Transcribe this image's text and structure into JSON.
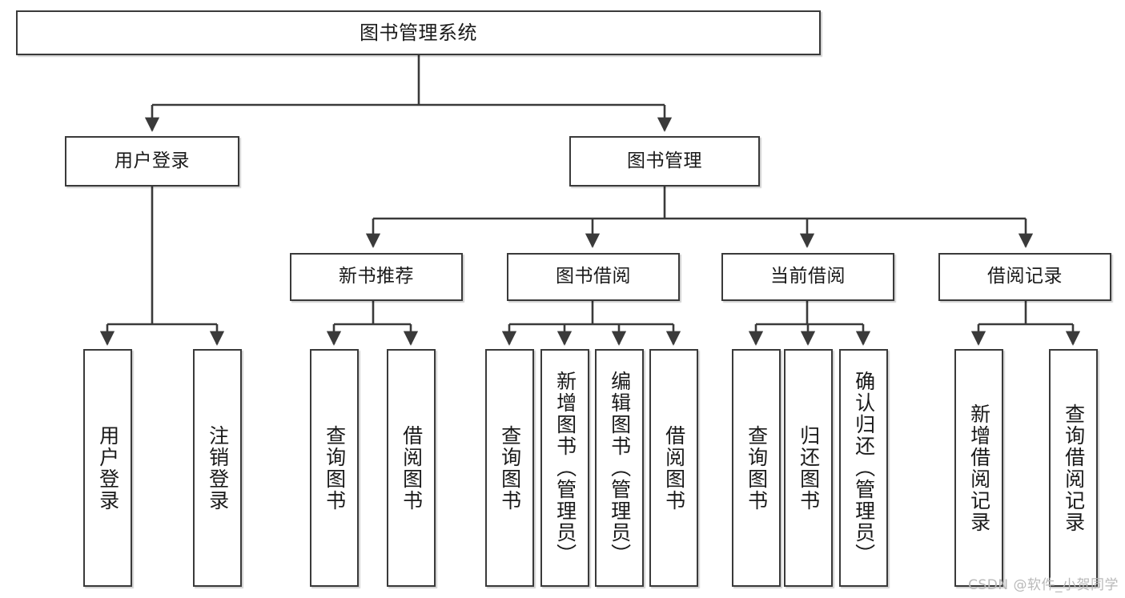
{
  "diagram": {
    "title": "图书管理系统",
    "type": "tree-hierarchy",
    "orientation": "top-down",
    "line_color": "#3a3a3a",
    "box_fill": "#ffffff",
    "text_color": "#1a1a1a"
  },
  "nodes": {
    "root": {
      "label": "图书管理系统"
    },
    "level2": [
      {
        "label": "用户登录"
      },
      {
        "label": "图书管理"
      }
    ],
    "level3": [
      {
        "label": "新书推荐"
      },
      {
        "label": "图书借阅"
      },
      {
        "label": "当前借阅"
      },
      {
        "label": "借阅记录"
      }
    ],
    "leaves": {
      "user_login": [
        {
          "label": "用户登录"
        },
        {
          "label": "注销登录"
        }
      ],
      "new_book_recommend": [
        {
          "label": "查询图书"
        },
        {
          "label": "借阅图书"
        }
      ],
      "book_borrow": [
        {
          "label": "查询图书"
        },
        {
          "label": "新增图书（管理员）"
        },
        {
          "label": "编辑图书（管理员）"
        },
        {
          "label": "借阅图书"
        }
      ],
      "current_borrow": [
        {
          "label": "查询图书"
        },
        {
          "label": "归还图书"
        },
        {
          "label": "确认归还（管理员）"
        }
      ],
      "borrow_record": [
        {
          "label": "新增借阅记录"
        },
        {
          "label": "查询借阅记录"
        }
      ]
    }
  },
  "watermark": {
    "text": "CSDN @软件_小贺同学"
  }
}
